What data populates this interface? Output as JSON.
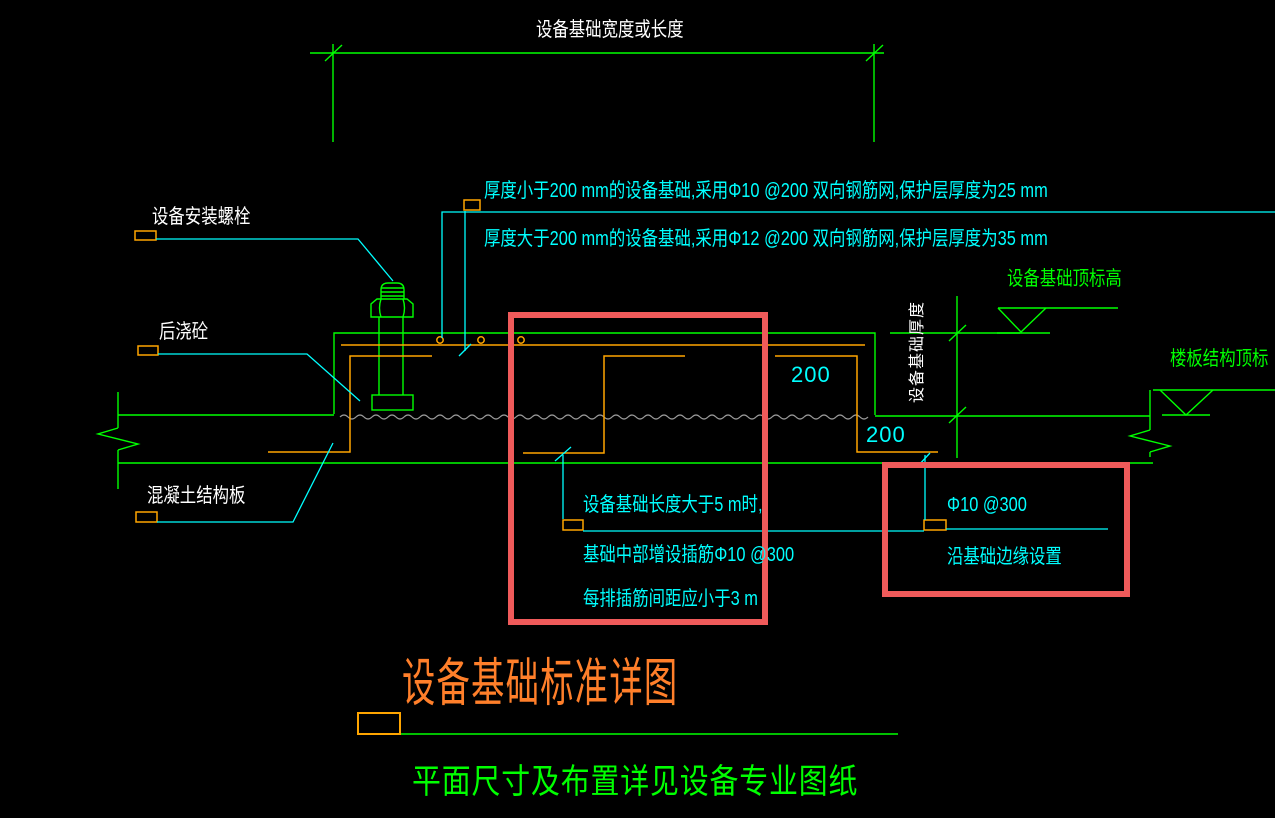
{
  "colors": {
    "line_green": "#00ff00",
    "annotation_cyan": "#00ffff",
    "rebar_orange": "#ffa500",
    "highlight_red": "#ef5a5a",
    "joint_gray": "#9a9a9a",
    "title_orange": "#ff7f2a",
    "text_white": "#ffffff",
    "background": "#000000"
  },
  "dimension_top": {
    "label": "设备基础宽度或长度"
  },
  "notes": {
    "note1": "厚度小于200 mm的设备基础,采用Φ10 @200 双向钢筋网,保护层厚度为25 mm",
    "note2": "厚度大于200 mm的设备基础,采用Φ12 @200 双向钢筋网,保护层厚度为35 mm"
  },
  "labels": {
    "anchor_bolt": "设备安装螺栓",
    "post_cast_concrete": "后浇砼",
    "concrete_slab": "混凝土结构板",
    "foundation_thickness": "设备基础厚度",
    "foundation_top_elevation": "设备基础顶标高",
    "floor_top_elevation": "楼板结构顶标"
  },
  "dims": {
    "edge_offset_1": "200",
    "edge_offset_2": "200"
  },
  "highlight_box_1": {
    "line1": "设备基础长度大于5 m时,",
    "line2": "基础中部增设插筋Φ10 @300",
    "line3": "每排插筋间距应小于3 m"
  },
  "highlight_box_2": {
    "line1": "Φ10 @300",
    "line2": "沿基础边缘设置"
  },
  "title": {
    "main": "设备基础标准详图",
    "subtitle": "平面尺寸及布置详见设备专业图纸"
  }
}
